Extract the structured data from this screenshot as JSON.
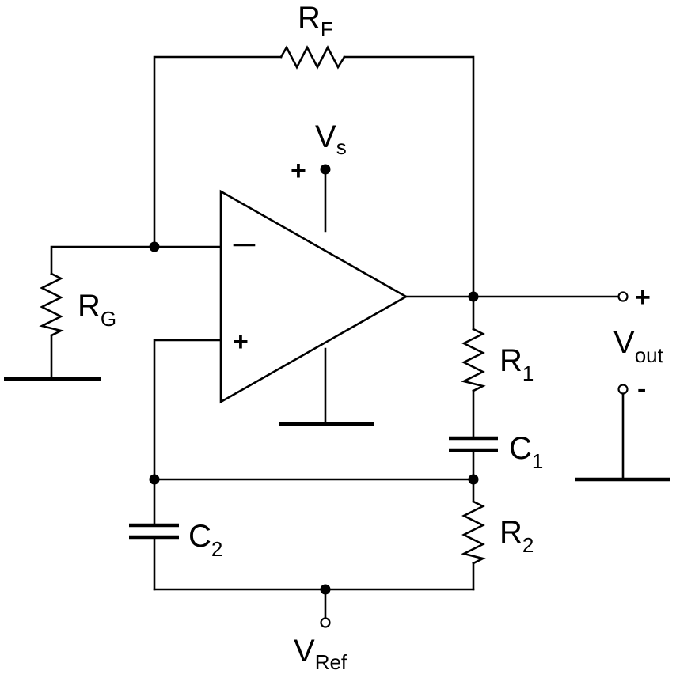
{
  "labels": {
    "rf": {
      "main": "R",
      "sub": "F"
    },
    "rg": {
      "main": "R",
      "sub": "G"
    },
    "r1": {
      "main": "R",
      "sub": "1"
    },
    "r2": {
      "main": "R",
      "sub": "2"
    },
    "c1": {
      "main": "C",
      "sub": "1"
    },
    "c2": {
      "main": "C",
      "sub": "2"
    },
    "vs": {
      "main": "V",
      "sub": "s",
      "sign": "+"
    },
    "vout": {
      "main": "V",
      "sub": "out",
      "plus": "+",
      "minus": "-"
    },
    "vref": {
      "main": "V",
      "sub": "Ref"
    },
    "opamp": {
      "inverting": "–",
      "noninverting": "+"
    }
  }
}
